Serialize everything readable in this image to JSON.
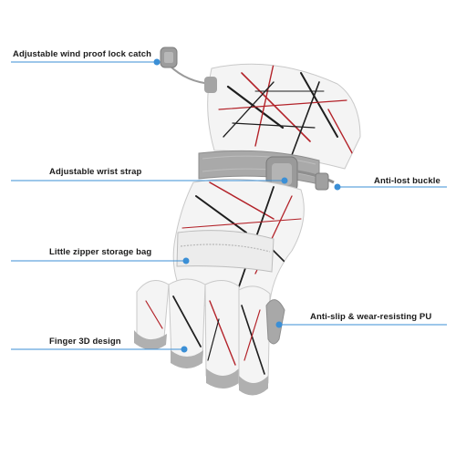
{
  "callouts": {
    "lock_catch": "Adjustable wind proof lock catch",
    "wrist_strap": "Adjustable wrist strap",
    "anti_lost": "Anti-lost buckle",
    "zipper_bag": "Little zipper storage bag",
    "anti_slip": "Anti-slip & wear-resisting PU",
    "finger_3d": "Finger 3D design"
  },
  "colors": {
    "callout_line": "#3b8fd6",
    "callout_dot": "#3b8fd6",
    "glove_body": "#f4f4f4",
    "glove_trim": "#a9a9a9",
    "stripe_red": "#b3232a",
    "stripe_black": "#1e1e1e"
  }
}
